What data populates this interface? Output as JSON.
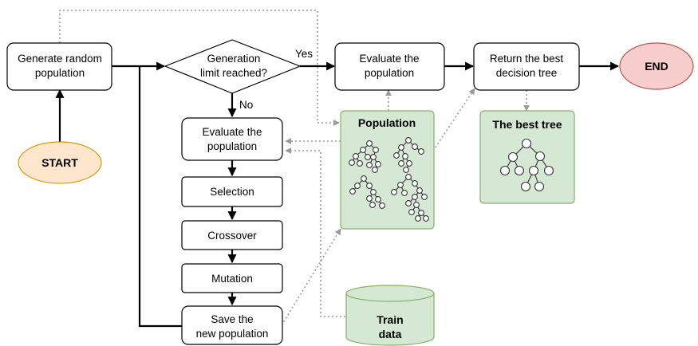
{
  "nodes": {
    "generate": [
      "Generate random",
      "population"
    ],
    "decision": [
      "Generation",
      "limit reached?"
    ],
    "eval_top": [
      "Evaluate the",
      "population"
    ],
    "return_best": [
      "Return the best",
      "decision tree"
    ],
    "end": "END",
    "start": "START",
    "eval_loop": [
      "Evaluate the",
      "population"
    ],
    "selection": "Selection",
    "crossover": "Crossover",
    "mutation": "Mutation",
    "save": [
      "Save the",
      "new population"
    ],
    "population": "Population",
    "best_tree": "The best tree",
    "train": [
      "Train",
      "data"
    ]
  },
  "edge_labels": {
    "yes": "Yes",
    "no": "No"
  },
  "colors": {
    "green_fill": "#d5e8d4",
    "green_stroke": "#82b366",
    "start_fill": "#ffe6cc",
    "start_stroke": "#d79b00",
    "end_fill": "#f8cecc",
    "end_stroke": "#b85450"
  }
}
